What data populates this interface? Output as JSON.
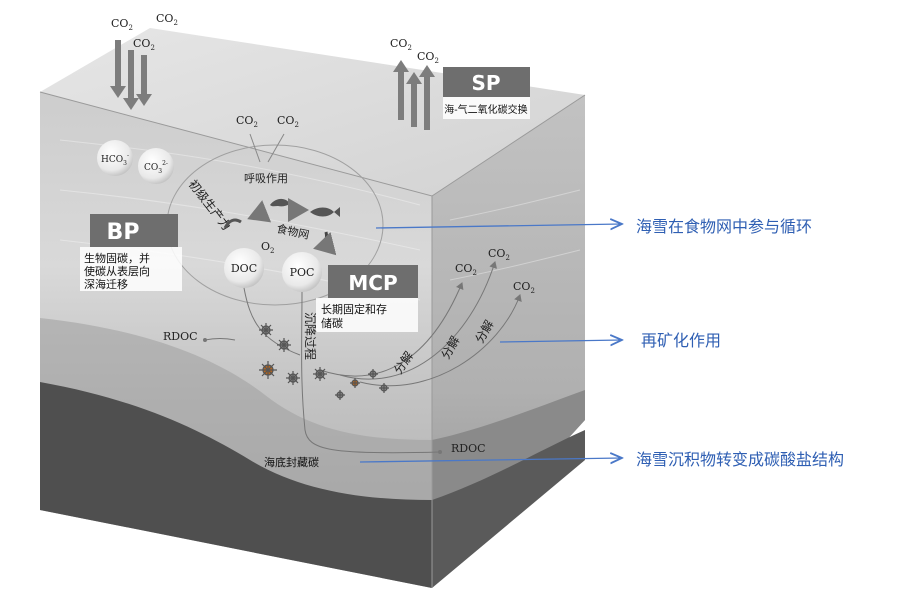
{
  "atmosphere": {
    "co2_label": "CO",
    "co2_sub": "2"
  },
  "sp": {
    "title": "SP",
    "caption": "海-气二氧化碳交换"
  },
  "bp": {
    "title": "BP",
    "lines": [
      "生物固碳，并",
      "使碳从表层向",
      "深海迁移"
    ]
  },
  "mcp": {
    "title": "MCP",
    "lines": [
      "长期固定和存",
      "储碳"
    ]
  },
  "species": {
    "hco3": "HCO",
    "hco3_sub": "3",
    "hco3_sup": "-",
    "co3": "CO",
    "co3_sub": "3",
    "co3_sup": "2-",
    "doc": "DOC",
    "poc": "POC",
    "o2": "O",
    "o2_sub": "2",
    "rdoc": "RDOC"
  },
  "processes": {
    "respiration": "呼吸作用",
    "primary_production": "初级生产力",
    "food_web": "食物网",
    "sinking": "沉降过程",
    "decomposition": "分解",
    "seafloor_storage": "海底封藏碳"
  },
  "callouts": [
    "海雪在食物网中参与循环",
    "再矿化作用",
    "海雪沉积物转变成碳酸盐结构"
  ],
  "colors": {
    "callout_text": "#2f5fb3",
    "callout_line": "#4a78c8",
    "label_box": "#6e6e6e"
  }
}
